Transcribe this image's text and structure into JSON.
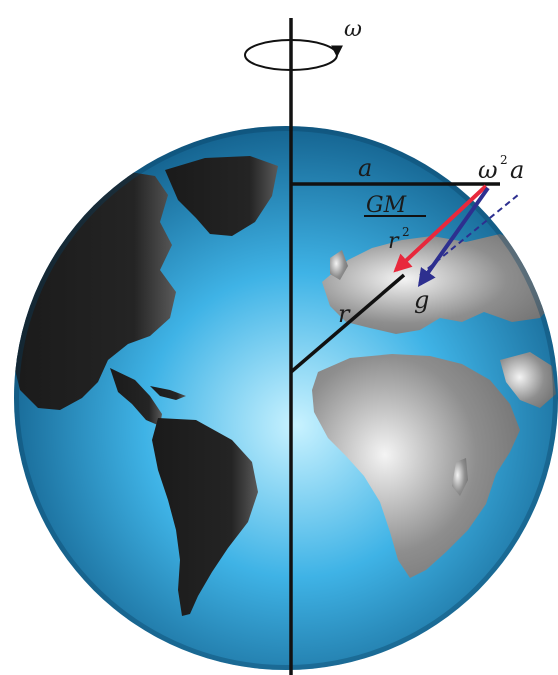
{
  "labels": {
    "omega": "ω",
    "equator_radius": "a",
    "centrifugal_omega": "ω",
    "centrifugal_power": "2",
    "centrifugal_radius": "a",
    "gravity_numerator": "GM",
    "gravity_denominator": "r",
    "gravity_power": "2",
    "radius": "r",
    "effective_gravity": "g"
  },
  "colors": {
    "ocean_light": "#c8f2ff",
    "ocean_mid": "#3fb3e6",
    "ocean_dark": "#0a4f7a",
    "land_west": "#1a1a1a",
    "land_east": "#8e8e8e",
    "gravity_arrow": "#e8283c",
    "effective_gravity_arrow": "#2d2f8f",
    "axis": "#111111"
  }
}
